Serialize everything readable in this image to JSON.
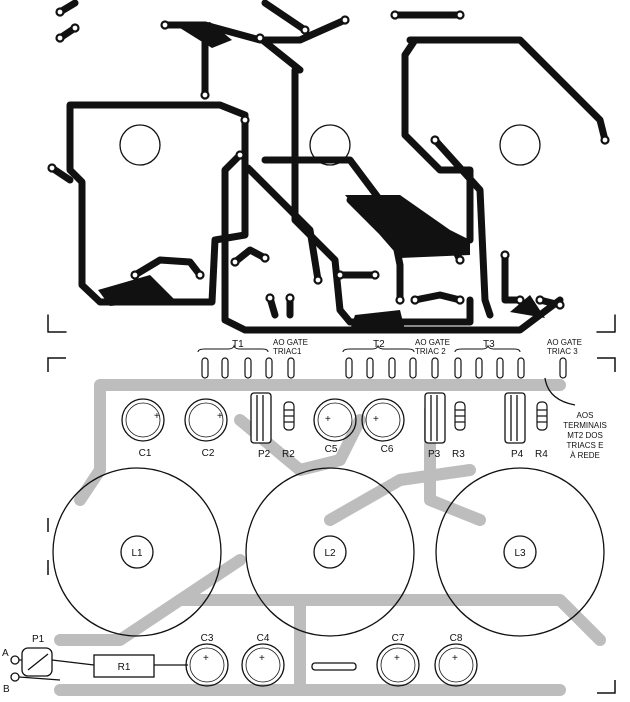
{
  "colors": {
    "copper": "#111111",
    "overlay": "#bdbdbd",
    "ink": "#111111",
    "paper": "#ffffff"
  },
  "transformers": [
    "T1",
    "T2",
    "T3"
  ],
  "gate_labels": [
    {
      "line1": "AO GATE",
      "line2": "TRIAC1"
    },
    {
      "line1": "AO GATE",
      "line2": "TRIAC 2"
    },
    {
      "line1": "AO GATE",
      "line2": "TRIAC 3"
    }
  ],
  "terminal_note": [
    "AOS",
    "TERMINAIS",
    "MT2 DOS",
    "TRIACS E",
    "À REDE"
  ],
  "capacitors_top": [
    "C1",
    "C2",
    "C5",
    "C6"
  ],
  "capacitors_bottom": [
    "C3",
    "C4",
    "C7",
    "C8"
  ],
  "pots": [
    "P2",
    "P3",
    "P4"
  ],
  "resistors": [
    "R2",
    "R3",
    "R4"
  ],
  "inductors": [
    "L1",
    "L2",
    "L3"
  ],
  "input": {
    "pot": "P1",
    "resistor": "R1",
    "terminal_a": "A",
    "terminal_b": "B"
  },
  "polarity_sign": "+"
}
